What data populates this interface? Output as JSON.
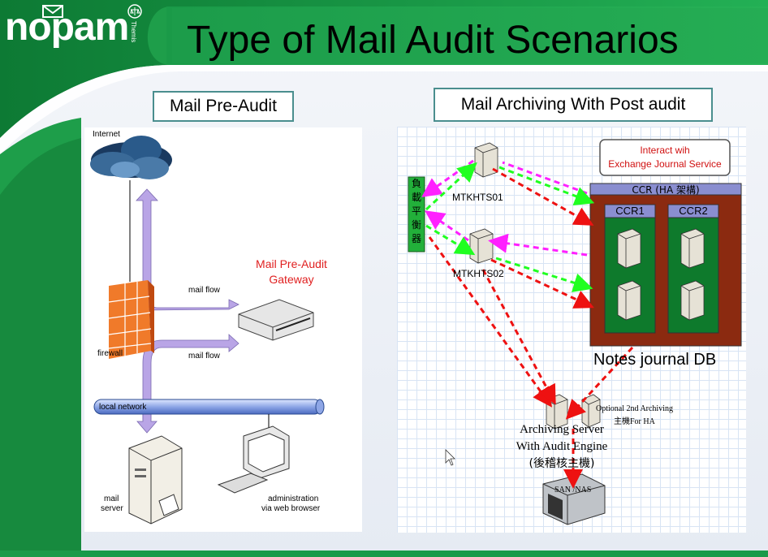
{
  "logo": {
    "brand": "nopam",
    "sub": "Themis"
  },
  "title": "Type of Mail Audit Scenarios",
  "left_section": {
    "heading": "Mail Pre-Audit",
    "labels": {
      "internet": "Internet",
      "gateway_line1": "Mail Pre-Audit",
      "gateway_line2": "Gateway",
      "mail_flow_top": "mail flow",
      "mail_flow_bottom": "mail flow",
      "firewall": "firewall",
      "local_network": "local network",
      "mail_server_line1": "mail",
      "mail_server_line2": "server",
      "admin_line1": "administration",
      "admin_line2": "via web browser"
    }
  },
  "right_section": {
    "heading": "Mail Archiving With Post audit",
    "labels": {
      "journal_line1": "Interact wih",
      "journal_line2": "Exchange Journal Service",
      "load_balancer": [
        "負",
        "載",
        "平",
        "衡",
        "器"
      ],
      "server1": "MTKHTS01",
      "server2": "MTKHTS02",
      "ccr": "CCR (HA 架構)",
      "ccr1": "CCR1",
      "ccr2": "CCR2",
      "notes_db": "Notes journal DB",
      "optional_line1": "Optional 2nd Archiving",
      "optional_line2": "主機For HA",
      "archiving_line1": "Archiving Server",
      "archiving_line2": "With Audit Engine",
      "archiving_line3": "(後稽核主機)",
      "san": "SAN /NAS"
    }
  },
  "colors": {
    "green_dark": "#1e9e4a",
    "green_mid": "#1a8a3e",
    "ccr_brown": "#8b2a10",
    "ccr_green": "#0e7a2c",
    "ccr_header": "#8a8ed0",
    "magenta": "#ff20ff",
    "lime": "#20ff20",
    "red_arrow": "#ee1111",
    "purple_pipe": "#b9a5e6"
  }
}
